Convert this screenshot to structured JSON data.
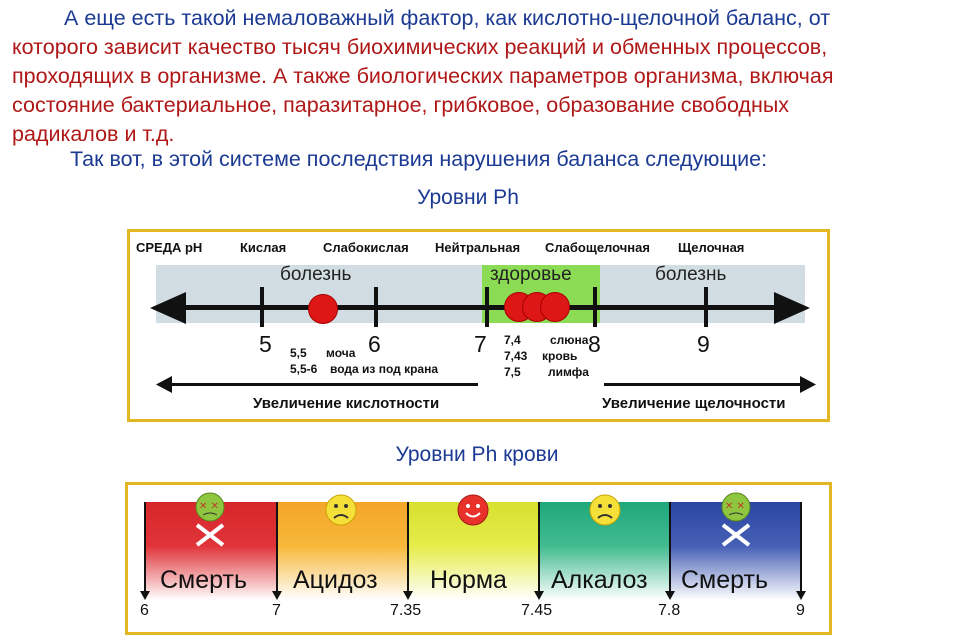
{
  "intro": {
    "line1": "А еще есть такой немаловажный фактор, как кислотно-щелочной баланс, от",
    "line2": "которого зависит качество тысяч биохимических реакций и обменных процессов,",
    "line3": "проходящих в организме. А также биологических параметров организма, включая",
    "line4": "состояние бактериальное, паразитарное, грибковое, образование свободных",
    "line5": "радикалов и т.д.",
    "lead": "Так вот, в этой системе последствия нарушения баланса следующие:"
  },
  "ph_scale": {
    "title": "Уровни Ph",
    "headers": [
      "СРЕДА pH",
      "Кислая",
      "Слабокислая",
      "Нейтральная",
      "Слабощелочная",
      "Щелочная"
    ],
    "zone_left": "болезнь",
    "zone_mid": "здоровье",
    "zone_right": "болезнь",
    "ticks": [
      "5",
      "6",
      "7",
      "8",
      "9"
    ],
    "left_values": {
      "urine_val": "5,5",
      "urine_label": "моча",
      "water_val": "5,5-6",
      "water_label": "вода из под крана"
    },
    "right_values": [
      {
        "val": "7,4",
        "label": "слюна"
      },
      {
        "val": "7,43",
        "label": "кровь"
      },
      {
        "val": "7,5",
        "label": "лимфа"
      }
    ],
    "acid_label": "Увеличение кислотности",
    "alkali_label": "Увеличение щелочности"
  },
  "blood_scale": {
    "title": "Уровни Ph крови",
    "segments": [
      "Смерть",
      "Ацидоз",
      "Норма",
      "Алкалоз",
      "Смерть"
    ],
    "boundaries": [
      "6",
      "7",
      "7.35",
      "7.45",
      "7.8",
      "9"
    ],
    "faces": [
      "skull-crossbones-icon",
      "sad-face-icon",
      "smiley-face-icon",
      "sad-face-icon",
      "skull-crossbones-icon"
    ],
    "colors": [
      "#d6262a",
      "#f4a52a",
      "#e2e83a",
      "#1fa87a",
      "#2a45a2"
    ]
  }
}
